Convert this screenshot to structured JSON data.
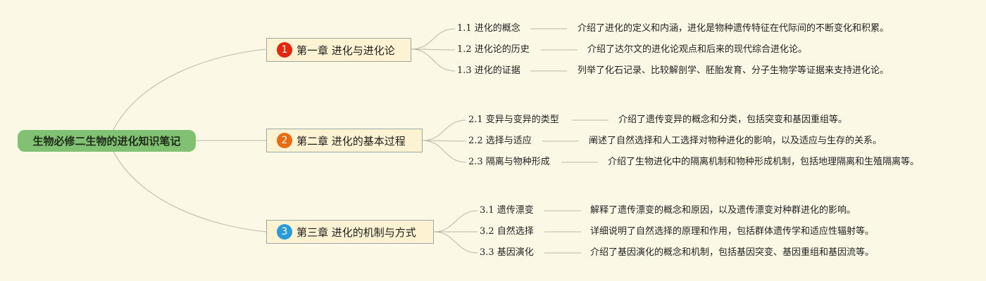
{
  "root": {
    "title": "生物必修二生物的进化知识笔记"
  },
  "colors": {
    "root_fill": "#80c173",
    "chapter_fill": "#fdf3d3",
    "connector": "#b9b9a6",
    "badge_1": "#e3280f",
    "badge_2": "#e86c12",
    "badge_3": "#2b9bd8"
  },
  "chapters": [
    {
      "badge": "1",
      "title": "第一章 进化与进化论",
      "topics": [
        {
          "label": "1.1 进化的概念",
          "desc": "介绍了进化的定义和内涵，进化是物种遗传特征在代际间的不断变化和积累。"
        },
        {
          "label": "1.2 进化论的历史",
          "desc": "介绍了达尔文的进化论观点和后来的现代综合进化论。"
        },
        {
          "label": "1.3 进化的证据",
          "desc": "列举了化石记录、比较解剖学、胚胎发育、分子生物学等证据来支持进化论。"
        }
      ]
    },
    {
      "badge": "2",
      "title": "第二章 进化的基本过程",
      "topics": [
        {
          "label": "2.1 变异与变异的类型",
          "desc": "介绍了遗传变异的概念和分类，包括突变和基因重组等。"
        },
        {
          "label": "2.2 选择与适应",
          "desc": "阐述了自然选择和人工选择对物种进化的影响，以及适应与生存的关系。"
        },
        {
          "label": "2.3 隔离与物种形成",
          "desc": "介绍了生物进化中的隔离机制和物种形成机制，包括地理隔离和生殖隔离等。"
        }
      ]
    },
    {
      "badge": "3",
      "title": "第三章 进化的机制与方式",
      "topics": [
        {
          "label": "3.1 遗传漂变",
          "desc": "解释了遗传漂变的概念和原因，以及遗传漂变对种群进化的影响。"
        },
        {
          "label": "3.2 自然选择",
          "desc": "详细说明了自然选择的原理和作用，包括群体遗传学和适应性辐射等。"
        },
        {
          "label": "3.3 基因演化",
          "desc": "介绍了基因演化的概念和机制，包括基因突变、基因重组和基因流等。"
        }
      ]
    }
  ]
}
